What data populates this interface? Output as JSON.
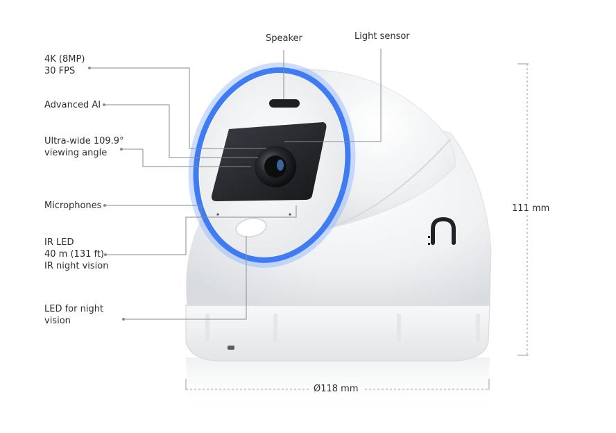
{
  "colors": {
    "ring": "#3f7cf4",
    "ring_glow": "#8fb4ff",
    "body": "#f1f2f4",
    "lens_dark": "#1d1f23",
    "callout_line": "#8a8a8a",
    "dimension_line": "#9a9a9a"
  },
  "callouts": {
    "speaker": "Speaker",
    "light_sensor": "Light sensor",
    "resolution": {
      "line1": "4K (8MP)",
      "line2": "30 FPS"
    },
    "advanced_ai": "Advanced AI",
    "viewing_angle": {
      "line1": "Ultra-wide 109.9°",
      "line2": "viewing angle"
    },
    "microphones": "Microphones",
    "ir_led": {
      "line1": "IR LED",
      "line2": "40 m (131 ft)",
      "line3": "IR night vision"
    },
    "led_night": {
      "line1": "LED for night",
      "line2": "vision"
    }
  },
  "dimensions": {
    "height": "111 mm",
    "diameter": "Ø118 mm"
  },
  "product": {
    "logo_icon": "ubiquiti-u-logo-icon"
  }
}
